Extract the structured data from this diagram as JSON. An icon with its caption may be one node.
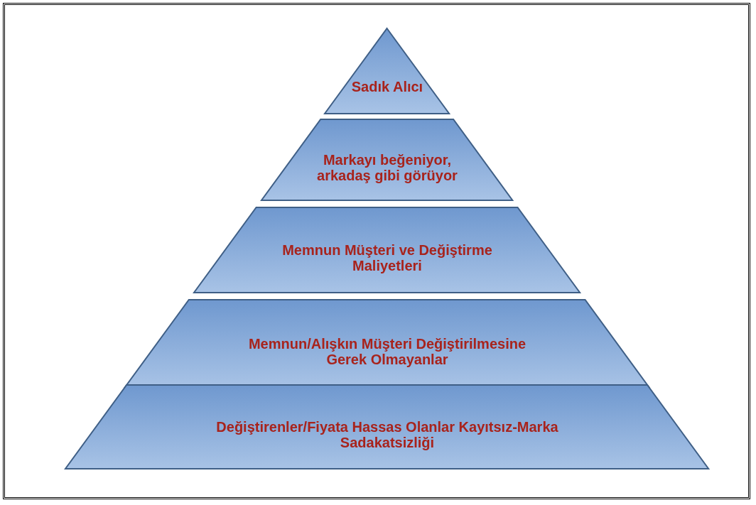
{
  "diagram": {
    "nodes": [
      {
        "text": [
          "Sadık Alıcı"
        ]
      },
      {
        "text": [
          "Markayı beğeniyor, arkadaş gibi görüyor"
        ]
      },
      {
        "text": [
          "Memnun Müşteri ve Değiştirme Maliyetleri"
        ]
      },
      {
        "text": [
          "Memnun/Alışkın Müşteri Değiştirilmesine Gerek Olmayanlar"
        ]
      },
      {
        "text": [
          "Değiştirenler/Fiyata Hassas Olanlar Kayıtsız-Marka Sadakatsizliği"
        ]
      }
    ]
  }
}
